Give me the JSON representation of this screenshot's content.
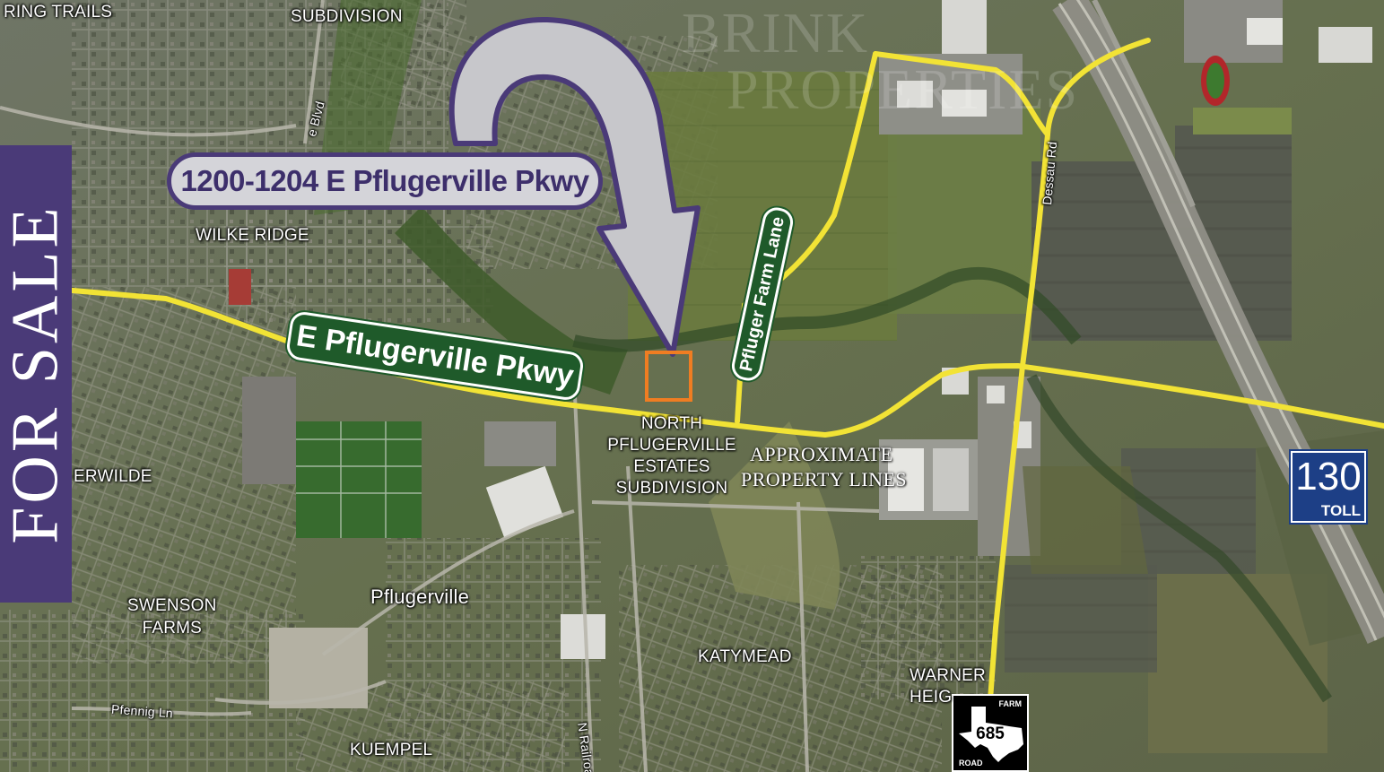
{
  "sale_banner": {
    "text": "FOR SALE"
  },
  "watermark": {
    "line1": "BRINK",
    "line2": "PROPERTIES"
  },
  "callout": {
    "address": "1200-1204 E Pflugerville Pkwy"
  },
  "street_signs": {
    "main_road": "E Pflugerville Pkwy",
    "lane": "Pfluger Farm Lane"
  },
  "highway_shields": {
    "sh130": {
      "number": "130",
      "toll_label": "TOLL"
    },
    "fm685": {
      "number": "685",
      "top_label": "FARM",
      "bottom_label": "ROAD"
    }
  },
  "property_annotation": {
    "line1": "APPROXIMATE",
    "line2": "PROPERTY LINES"
  },
  "map_labels": {
    "spring_trails": "RING TRAILS",
    "subdivision_top": "SUBDIVISION",
    "wilke_ridge": "WILKE RIDGE",
    "erwilde": "ERWILDE",
    "swenson_line1": "SWENSON",
    "swenson_line2": "FARMS",
    "pflugerville": "Pflugerville",
    "pfennig_ln": "Pfennig Ln",
    "kuempel": "KUEMPEL",
    "n_railroad": "N Railroad",
    "katymead": "KATYMEAD",
    "warner_line1": "WARNER",
    "warner_line2": "HEIG",
    "dessau_rd": "Dessau Rd",
    "north_estates": [
      "NORTH",
      "PFLUGERVILLE",
      "ESTATES",
      "SUBDIVISION"
    ],
    "blvd": "e Blvd"
  },
  "colors": {
    "road_highlight": "#f2e335",
    "brand_purple": "#4a3a78",
    "street_sign_green": "#1f5a2a",
    "property_outline": "#ef7d22",
    "shield_blue": "#1d3f86"
  }
}
